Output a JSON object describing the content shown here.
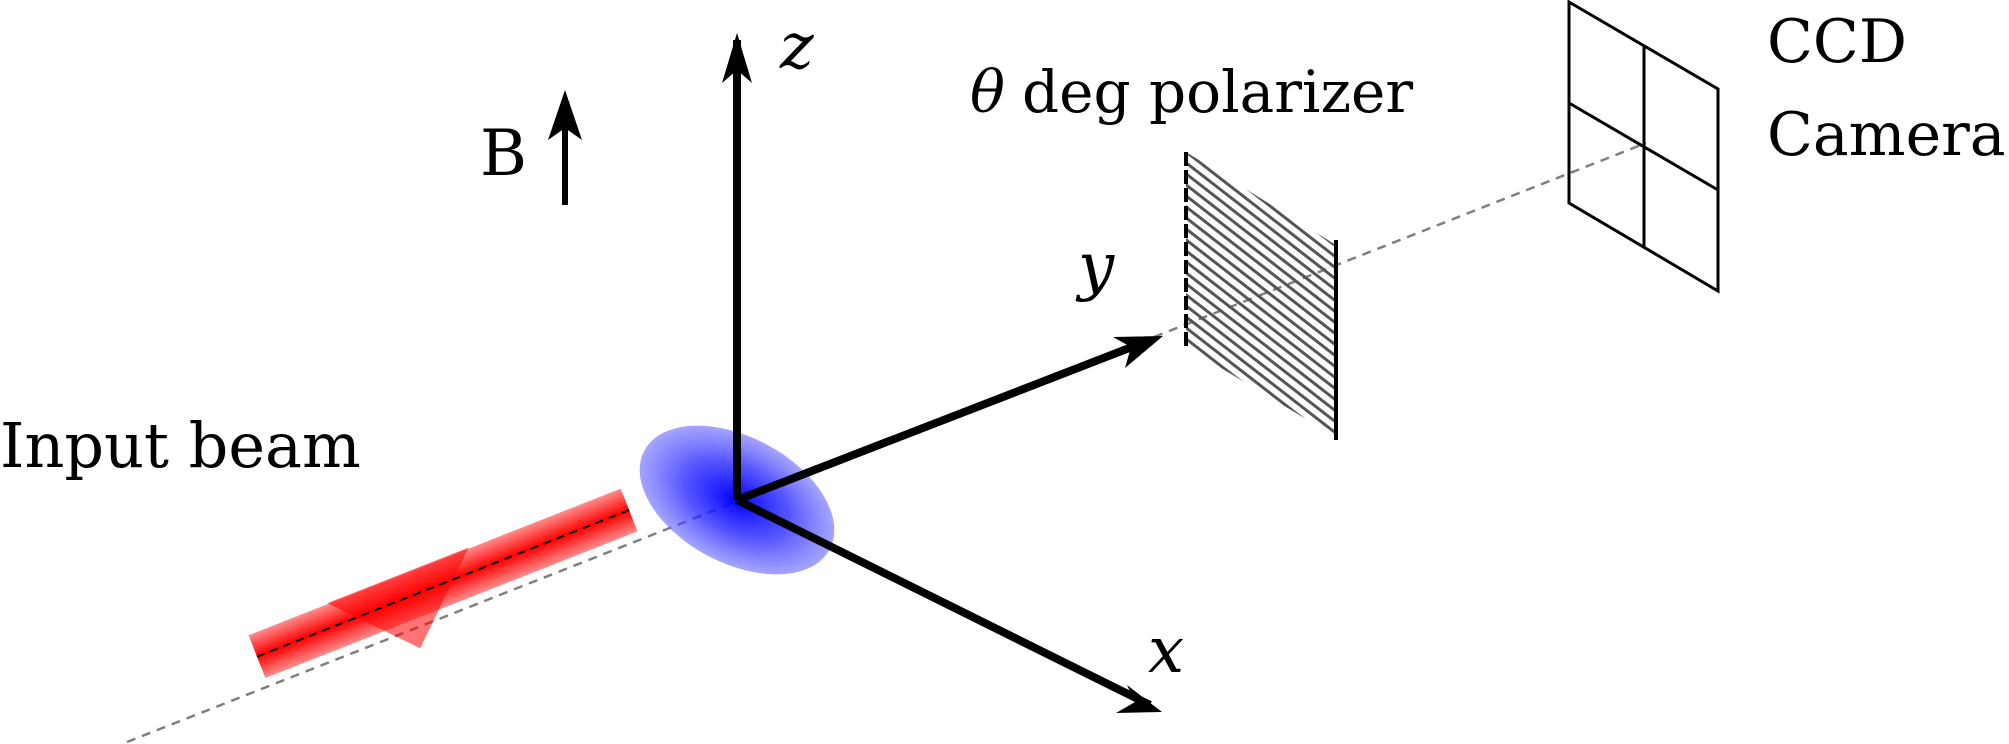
{
  "labels": {
    "input_beam": "Input beam",
    "b_field": "B",
    "axis_z": "z",
    "axis_y": "y",
    "axis_x": "x",
    "polarizer_theta": "θ",
    "polarizer_text": "deg polarizer",
    "camera_line1": "CCD",
    "camera_line2": "Camera"
  },
  "colors": {
    "beam": "#ff0000",
    "sample": "#0000ff",
    "axes": "#000000",
    "optical_axis": "#808080",
    "polarizer_hatch": "#555555"
  }
}
